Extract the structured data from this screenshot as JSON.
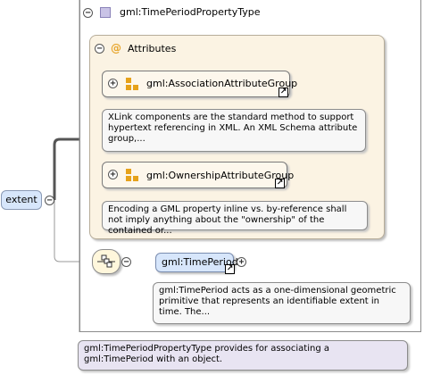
{
  "type": {
    "title": "gml:TimePeriodPropertyType",
    "annotation": "gml:TimePeriodPropertyType provides for associating a gml:TimePeriod with an object."
  },
  "attributes": {
    "title": "Attributes",
    "at_symbol": "@",
    "groups": [
      {
        "name": "gml:AssociationAttributeGroup",
        "annotation": "XLink components are the standard method to support hypertext referencing in XML. An XML Schema attribute group,..."
      },
      {
        "name": "gml:OwnershipAttributeGroup",
        "annotation": "Encoding a GML property inline vs. by-reference shall not imply anything about the \"ownership\" of the contained or..."
      }
    ]
  },
  "element": {
    "name": "extent"
  },
  "child": {
    "name": "gml:TimePeriod",
    "annotation": "gml:TimePeriod acts as a one-dimensional geometric primitive that represents an identifiable extent in time. The..."
  },
  "symbols": {
    "minus": "−",
    "plus": "+",
    "ref_arrow": "↗"
  },
  "colors": {
    "element_fill": "#d7e6fb",
    "attribute_fill": "#fbf3e3",
    "group_icon": "#e6a21b",
    "type_icon": "#c9c3e6"
  }
}
